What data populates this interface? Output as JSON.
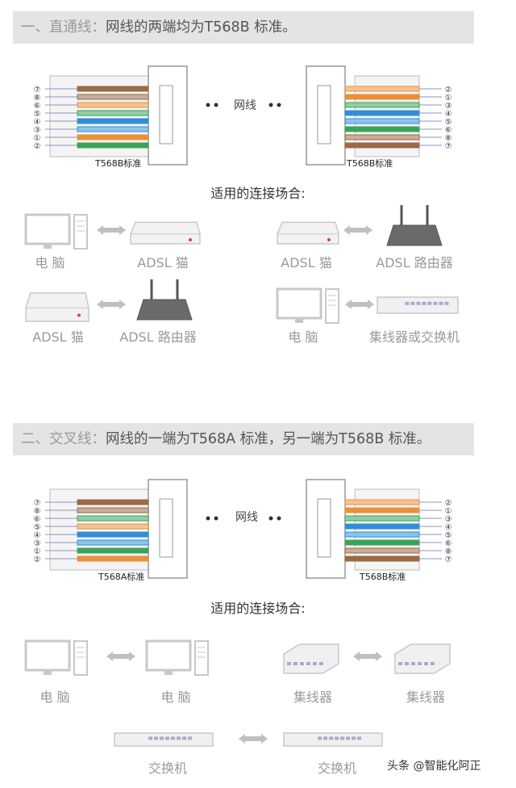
{
  "section1": {
    "banner_num": "一、直通线：",
    "banner_text": "网线的两端均为T568B 标准。",
    "left_connector_label": "T568B标准",
    "right_connector_label": "T568B标准",
    "cable_label": "网线",
    "subtitle": "适用的连接场合:",
    "left_pin_numbers": [
      "⑦",
      "⑧",
      "⑥",
      "⑤",
      "④",
      "③",
      "①",
      "②"
    ],
    "right_pin_numbers": [
      "②",
      "①",
      "③",
      "④",
      "⑤",
      "⑥",
      "⑧",
      "⑦"
    ],
    "pairs": [
      {
        "left": "电 脑",
        "right": "ADSL 猫"
      },
      {
        "left": "ADSL 猫",
        "right": "ADSL 路由器"
      },
      {
        "left": "ADSL 猫",
        "right": "ADSL 路由器"
      },
      {
        "left": "电 脑",
        "right": "集线器或交换机"
      }
    ]
  },
  "section2": {
    "banner_num": "二、交叉线：",
    "banner_text": "网线的一端为T568A 标准，另一端为T568B 标准。",
    "left_connector_label": "T568A标准",
    "right_connector_label": "T568B标准",
    "cable_label": "网线",
    "subtitle": "适用的连接场合:",
    "left_pin_numbers": [
      "⑦",
      "⑧",
      "⑥",
      "⑤",
      "④",
      "③",
      "①",
      "②"
    ],
    "right_pin_numbers": [
      "②",
      "①",
      "③",
      "④",
      "⑤",
      "⑥",
      "⑧",
      "⑦"
    ],
    "pairs": [
      {
        "left": "电 脑",
        "right": "电 脑"
      },
      {
        "left": "集线器",
        "right": "集线器"
      },
      {
        "left": "交换机",
        "right": "交换机"
      }
    ]
  },
  "watermark": "头条 @智能化阿正",
  "colors": {
    "orange": "#e8913a",
    "green": "#3aa35a",
    "blue": "#2f8fd8",
    "brown": "#9a6a45",
    "device_gray": "#c8c8c8",
    "banner_bg": "#e4e4e4"
  }
}
